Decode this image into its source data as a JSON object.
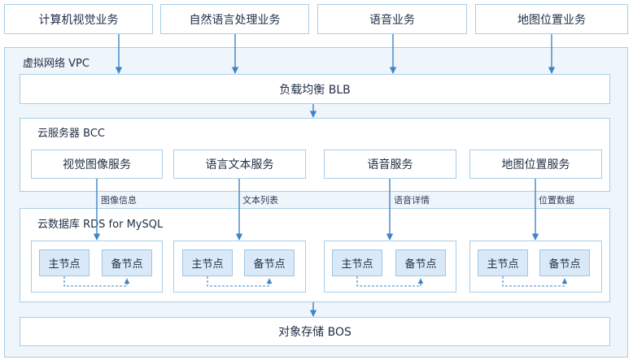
{
  "business": [
    "计算机视觉业务",
    "自然语言处理业务",
    "语音业务",
    "地图位置业务"
  ],
  "vpc": {
    "title": "虚拟网络 VPC"
  },
  "blb": {
    "label": "负载均衡  BLB"
  },
  "bcc": {
    "title": "云服务器 BCC",
    "services": [
      "视觉图像服务",
      "语言文本服务",
      "语音服务",
      "地图位置服务"
    ]
  },
  "edges": [
    "图像信息",
    "文本列表",
    "语音详情",
    "位置数据"
  ],
  "rds": {
    "title": "云数据库  RDS for MySQL",
    "primary": "主节点",
    "backup": "备节点"
  },
  "bos": {
    "label": "对象存储 BOS"
  },
  "colors": {
    "border": "#a9cde7",
    "node_fill": "#d9e9f7",
    "region_fill": "#eef5fb",
    "arrow": "#3d84c6"
  }
}
